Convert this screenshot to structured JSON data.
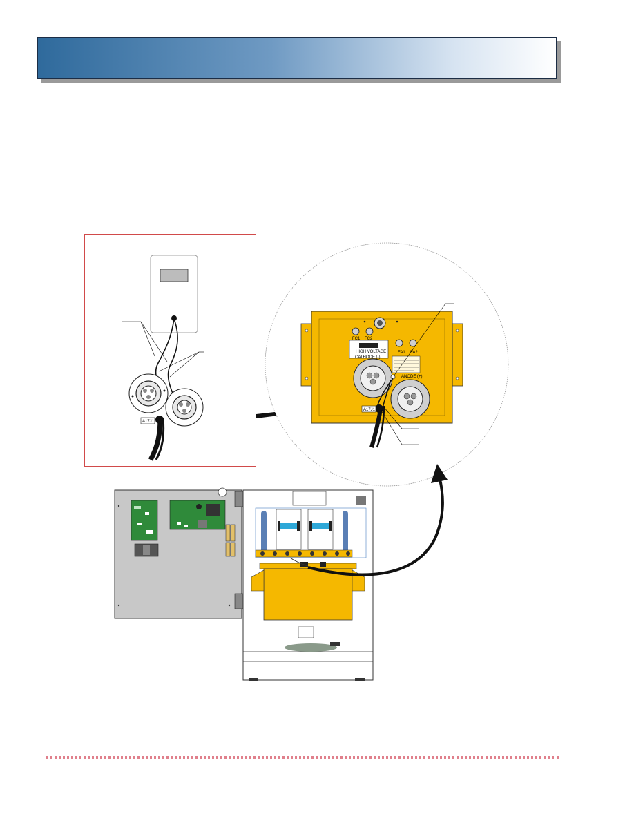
{
  "labels": {
    "hv_label_top_left": "FC1",
    "hv_label_top_right": "FC2",
    "hv_warning": "HIGH VOLTAGE",
    "cathode_label": "CATHODE (-)",
    "fa1_label": "FA1",
    "fa2_label": "FA2",
    "anode_label": "ANODE (+)",
    "connector_tag": "A17J1",
    "inset_connector_tag": "A17J1"
  },
  "colors": {
    "header_dark": "#2f6a9c",
    "tank_yellow": "#f5b800",
    "board_green": "#2f8a3a",
    "inset_border": "#d14a4a",
    "rule_dots": "#e0808c"
  }
}
